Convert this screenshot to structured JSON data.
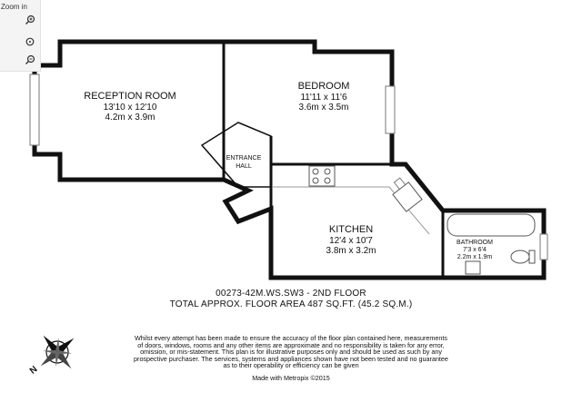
{
  "viewer": {
    "zoom_label": "Zoom in",
    "zoom_in_icon": "zoom-in-icon",
    "reset_icon": "reset-icon",
    "zoom_out_icon": "zoom-out-icon"
  },
  "rooms": {
    "reception": {
      "name": "RECEPTION ROOM",
      "imperial": "13'10 x 12'10",
      "metric": "4.2m x 3.9m"
    },
    "bedroom": {
      "name": "BEDROOM",
      "imperial": "11'11 x 11'6",
      "metric": "3.6m x 3.5m"
    },
    "hall": {
      "line1": "ENTRANCE",
      "line2": "HALL"
    },
    "kitchen": {
      "name": "KITCHEN",
      "imperial": "12'4 x 10'7",
      "metric": "3.8m x 3.2m"
    },
    "bathroom": {
      "name": "BATHROOM",
      "imperial": "7'3 x 6'4",
      "metric": "2.2m x 1.9m"
    }
  },
  "info": {
    "code": "00273-42M.WS.SW3 - 2ND FLOOR",
    "area": "TOTAL APPROX. FLOOR AREA 487 SQ.FT. (45.2 SQ.M.)",
    "disclaimer": [
      "Whilst every attempt has been made to ensure the accuracy of the floor plan contained here, measurements",
      "of doors, windows, rooms and any other items are approximate and no responsibility is taken for any error,",
      "omission, or mis-statement. This plan is for illustrative purposes only and should be used as such by any",
      "prospective purchaser. The services, systems and appliances shown have not been tested and no guarantee",
      "as to their operability or efficiency can be given"
    ],
    "made_with": "Made with Metropix ©2015"
  },
  "compass": {
    "north_letter": "N"
  },
  "colors": {
    "wall": "#111111",
    "background": "#ffffff",
    "fixture": "#555555"
  }
}
